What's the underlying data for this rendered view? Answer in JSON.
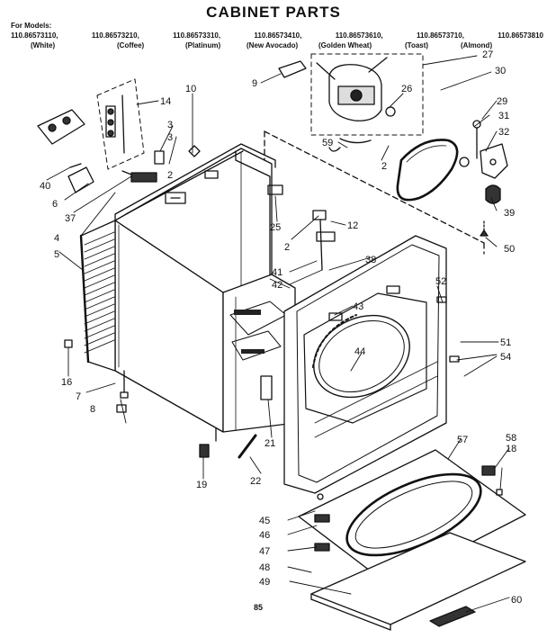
{
  "header": {
    "title": "CABINET PARTS",
    "for_models": "For Models:",
    "models": [
      "110.86573110,",
      "110.86573210,",
      "110.86573310,",
      "110.86573410,",
      "110.86573610,",
      "110.86573710,",
      "110.86573810"
    ],
    "colors": [
      "(White)",
      "(Coffee)",
      "(Platinum)",
      "(New Avocado)",
      "(Golden Wheat)",
      "(Toast)",
      "(Almond)"
    ]
  },
  "callouts": [
    "2",
    "2",
    "2",
    "3",
    "4",
    "5",
    "6",
    "7",
    "8",
    "9",
    "10",
    "12",
    "14",
    "16",
    "18",
    "19",
    "21",
    "22",
    "25",
    "26",
    "27",
    "29",
    "30",
    "31",
    "32",
    "37",
    "38",
    "39",
    "40",
    "41",
    "42",
    "43",
    "44",
    "45",
    "46",
    "47",
    "48",
    "49",
    "50",
    "51",
    "52",
    "54",
    "57",
    "58",
    "59",
    "60"
  ],
  "page_code": "85"
}
